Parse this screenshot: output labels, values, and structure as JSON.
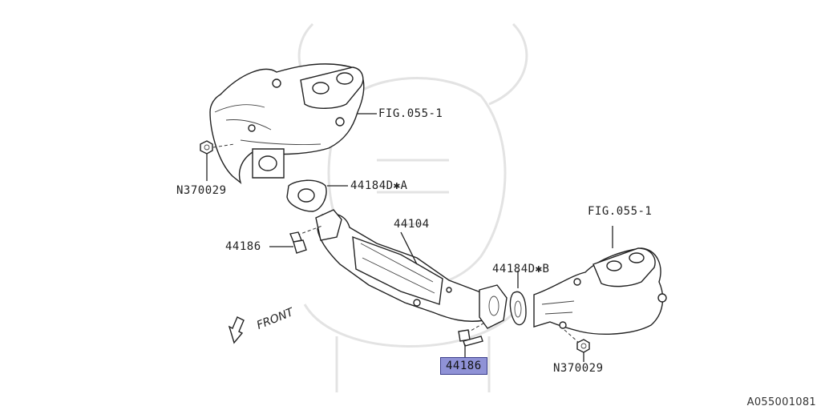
{
  "labels": {
    "fig_upper": "FIG.055-1",
    "n370029_left": "N370029",
    "gasket_a": "44184D✱A",
    "pipe": "44104",
    "bolt_left": "44186",
    "fig_right": "FIG.055-1",
    "gasket_b": "44184D✱B",
    "bolt_selected": "44186",
    "n370029_right": "N370029",
    "front": "FRONT"
  },
  "diagram_ref": "A055001081",
  "highlight_color": "#8f92d6"
}
